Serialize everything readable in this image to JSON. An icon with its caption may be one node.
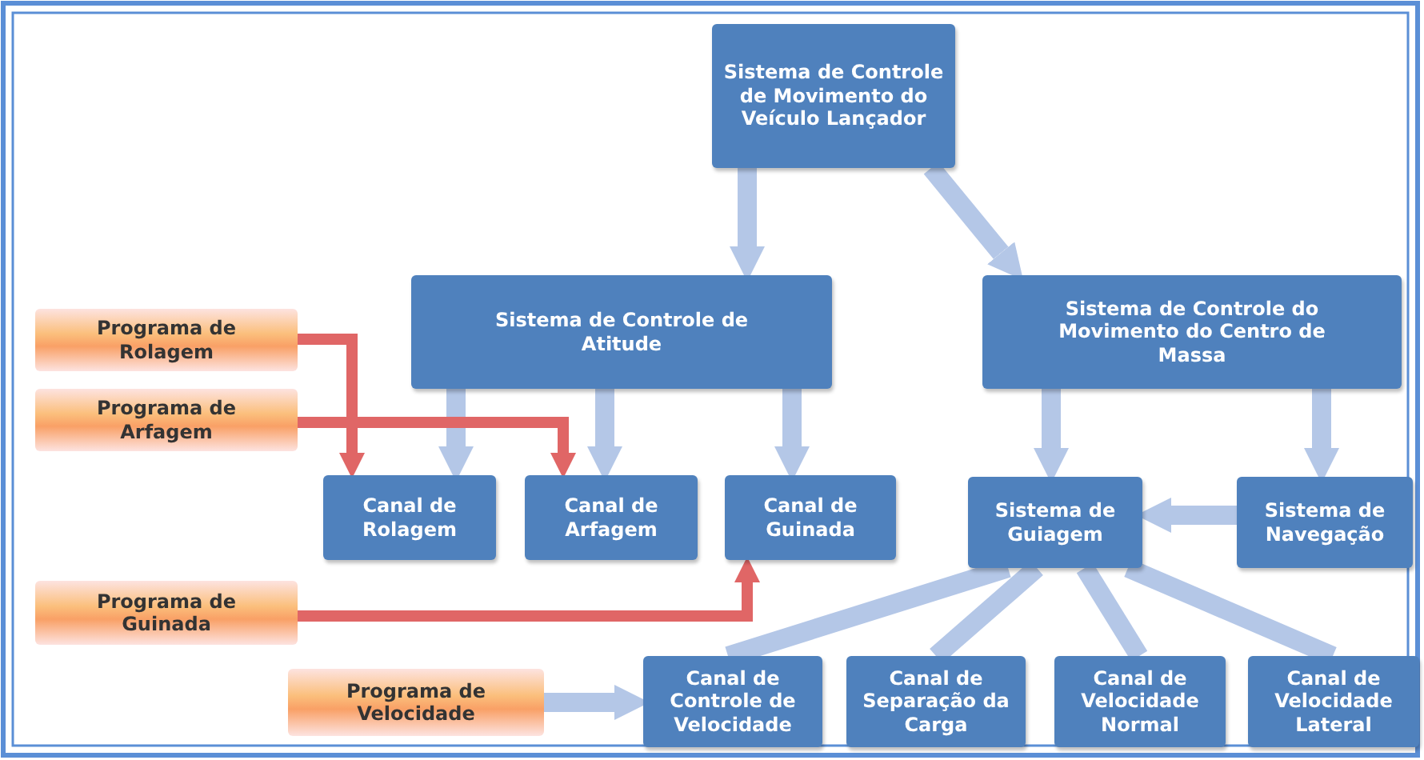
{
  "diagram": {
    "nodes": [
      {
        "text": [
          "Sistema de Controle de Movimento do Veículo Lançador"
        ]
      },
      {
        "text": [
          "Sistema de Controle de Atitude"
        ]
      },
      {
        "text": [
          "Sistema de Controle do Movimento do Centro de Massa"
        ]
      },
      {
        "text": [
          "Programa de Rolagem"
        ]
      },
      {
        "text": [
          "Programa de Arfagem"
        ]
      },
      {
        "text": [
          "Canal de Rolagem"
        ]
      },
      {
        "text": [
          "Canal de Arfagem"
        ]
      },
      {
        "text": [
          "Canal de Guinada"
        ]
      },
      {
        "text": [
          "Sistema de Guiagem"
        ]
      },
      {
        "text": [
          "Sistema de Navegação"
        ]
      },
      {
        "text": [
          "Programa de Guinada"
        ]
      },
      {
        "text": [
          "Programa de Velocidade"
        ]
      },
      {
        "text": [
          "Canal de Controle de Velocidade"
        ]
      },
      {
        "text": [
          "Canal de Separação da Carga"
        ]
      },
      {
        "text": [
          "Canal de Velocidade Normal"
        ]
      },
      {
        "text": [
          "Canal de Velocidade Lateral"
        ]
      }
    ],
    "edges": [
      {
        "from": 0,
        "to": 1,
        "arrow": "to"
      },
      {
        "from": 0,
        "to": 2,
        "arrow": "to"
      },
      {
        "from": 1,
        "to": 5,
        "arrow": "to"
      },
      {
        "from": 1,
        "to": 6,
        "arrow": "to"
      },
      {
        "from": 1,
        "to": 7,
        "arrow": "to"
      },
      {
        "from": 2,
        "to": 8,
        "arrow": "to"
      },
      {
        "from": 2,
        "to": 9,
        "arrow": "to"
      },
      {
        "from": 9,
        "to": 8,
        "arrow": "to"
      },
      {
        "from": 3,
        "to": 5,
        "arrow": "to",
        "color": "#e06666"
      },
      {
        "from": 4,
        "to": 6,
        "arrow": "to",
        "color": "#e06666"
      },
      {
        "from": 10,
        "to": 7,
        "arrow": "to",
        "color": "#e06666"
      },
      {
        "from": 11,
        "to": 12,
        "arrow": "to"
      },
      {
        "from": 8,
        "to": 12,
        "arrow": "none"
      },
      {
        "from": 8,
        "to": 13,
        "arrow": "none"
      },
      {
        "from": 8,
        "to": 14,
        "arrow": "none"
      },
      {
        "from": 8,
        "to": 15,
        "arrow": "none"
      }
    ]
  }
}
